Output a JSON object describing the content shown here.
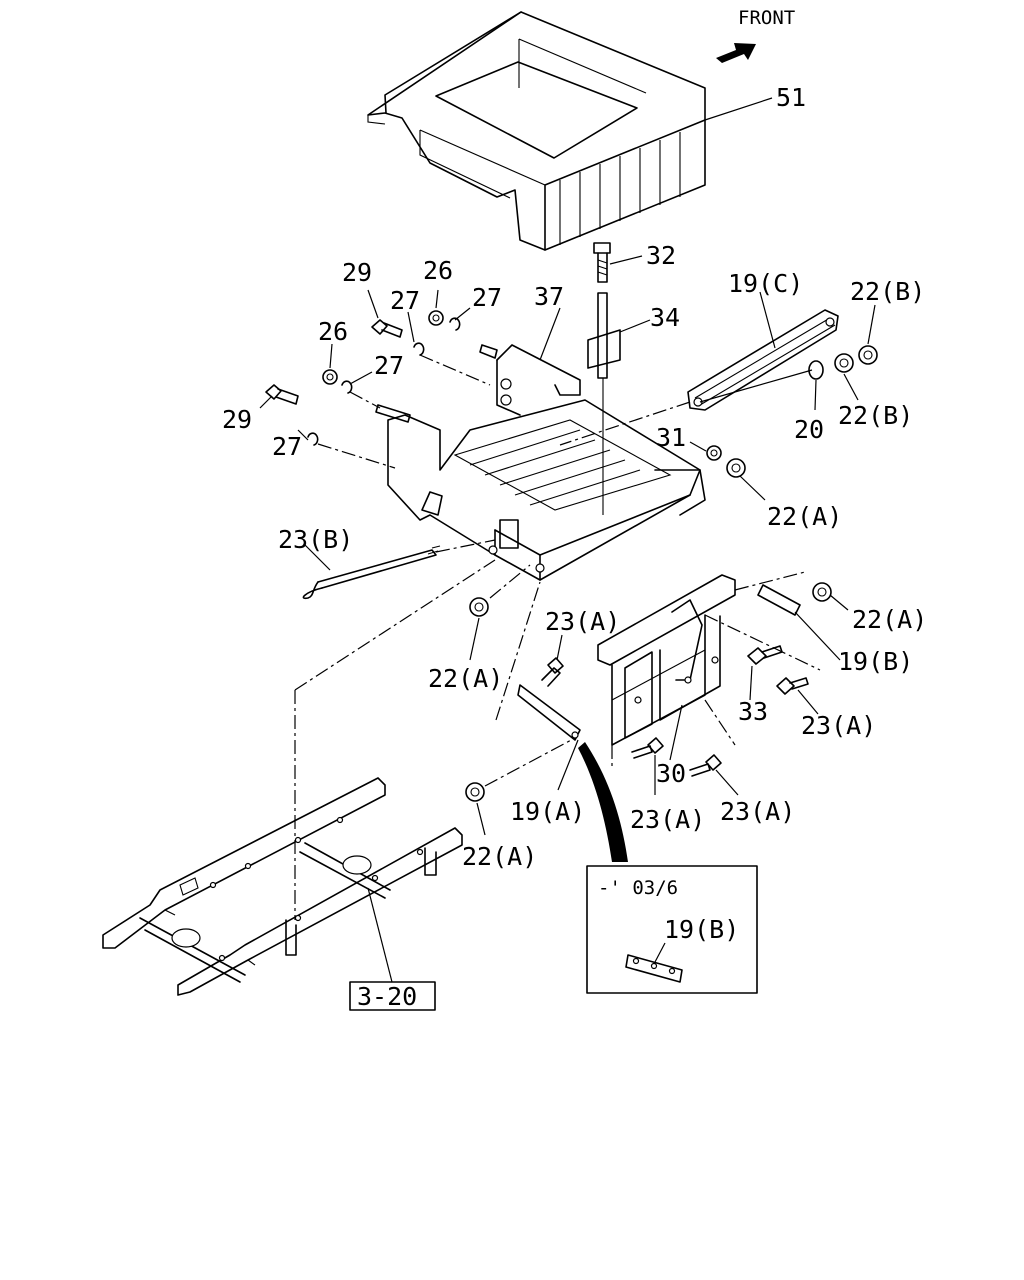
{
  "front_label": "FRONT",
  "labels": {
    "p51": "51",
    "p32": "32",
    "p34": "34",
    "p37": "37",
    "p29a": "29",
    "p26a": "26",
    "p27a": "27",
    "p27b": "27",
    "p26b": "26",
    "p27c": "27",
    "p29b": "29",
    "p27d": "27",
    "p19c": "19(C)",
    "p22b1": "22(B)",
    "p22b2": "22(B)",
    "p20": "20",
    "p31": "31",
    "p22a1": "22(A)",
    "p23b": "23(B)",
    "p22a2": "22(A)",
    "p22a3": "22(A)",
    "p19b": "19(B)",
    "p23a1": "23(A)",
    "p33": "33",
    "p23a2": "23(A)",
    "p30": "30",
    "p23a3": "23(A)",
    "p23a4": "23(A)",
    "p19a": "19(A)",
    "p22a4": "22(A)"
  },
  "ref_box": "3-20",
  "inset": {
    "date": "-' 03/6",
    "part": "19(B)"
  }
}
